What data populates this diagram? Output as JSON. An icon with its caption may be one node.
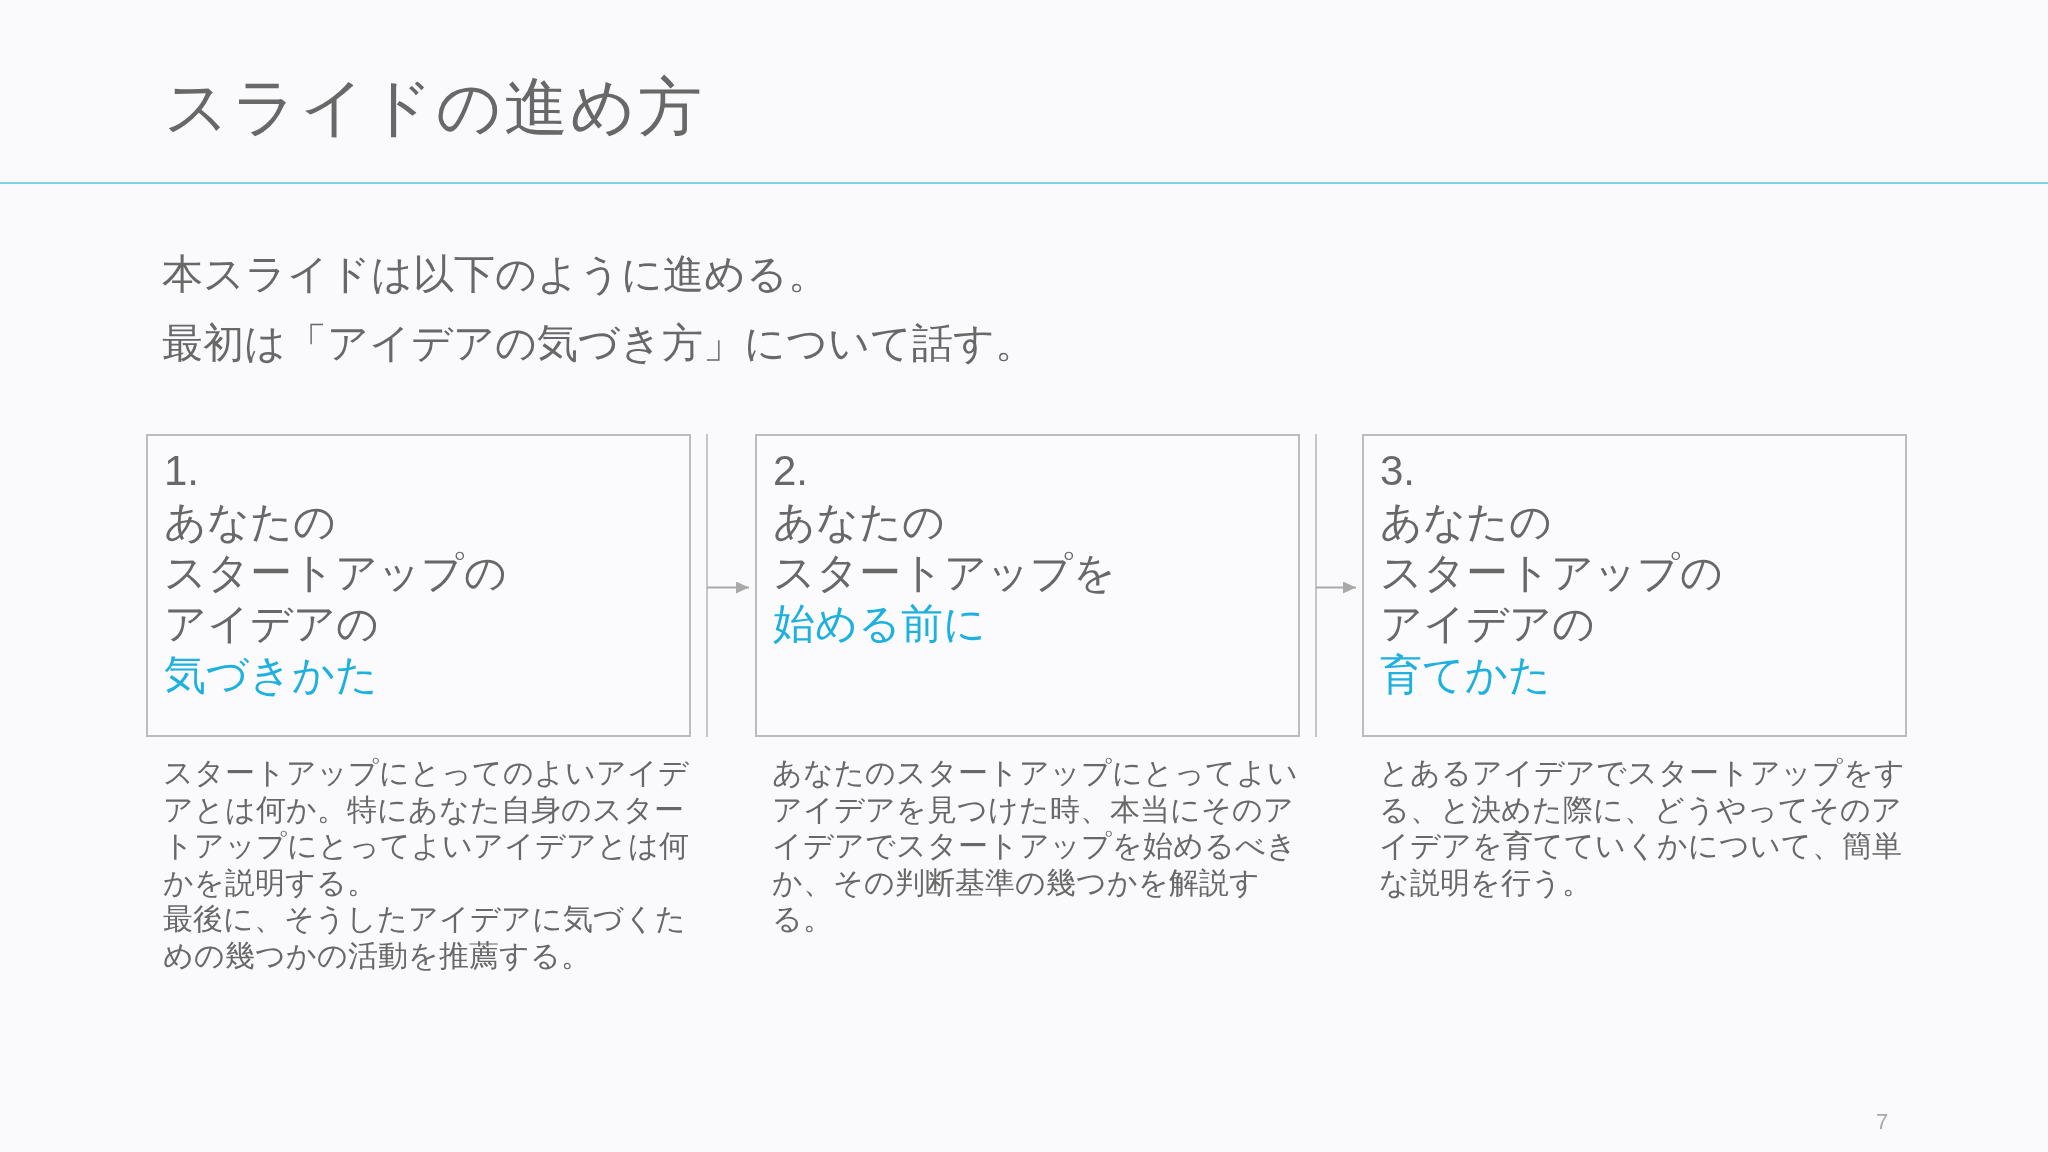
{
  "diagram": {
    "title": "スライドの進め方",
    "nodes": [
      {
        "text": [
          "1.",
          "あなたの",
          "スタートアップの",
          "アイデアの",
          "気づきかた"
        ],
        "beside": [
          "スタートアップにとってのよいアイデアとは何か。特にあなた自身のスタートアップにとってよいアイデアとは何かを説明する。",
          "最後に、そうしたアイデアに気づくための幾つかの活動を推薦する。"
        ]
      },
      {
        "text": [
          "2.",
          "あなたの",
          "スタートアップを",
          "始める前に"
        ],
        "beside": [
          "あなたのスタートアップにとってよいアイデアを見つけた時、本当にそのアイデアでスタートアップを始めるべきか、その判断基準の幾つかを解説する。"
        ]
      },
      {
        "text": [
          "3.",
          "あなたの",
          "スタートアップの",
          "アイデアの",
          "育てかた"
        ],
        "beside": [
          "とあるアイデアでスタートアップをする、と決めた際に、どうやってそのアイデアを育てていくかについて、簡単な説明を行う。"
        ]
      }
    ],
    "edges": [
      {
        "from": 0,
        "to": 1,
        "arrow": "to"
      },
      {
        "from": 1,
        "to": 2,
        "arrow": "to"
      }
    ],
    "labels": [
      "本スライドは以下のように進める。",
      "最初は「アイデアの気づき方」について話す。",
      "7"
    ]
  }
}
